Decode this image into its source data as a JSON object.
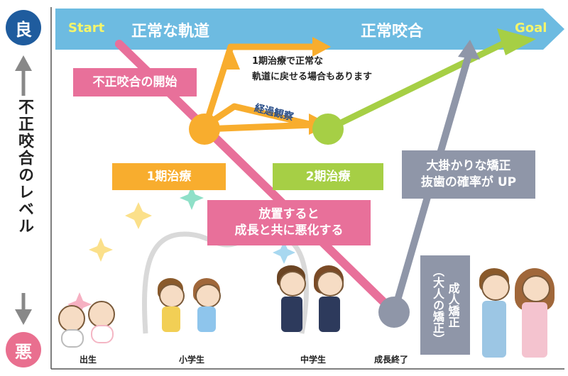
{
  "scale": {
    "top_label": "良",
    "bottom_label": "悪",
    "axis_label": "不正咬合のレベル",
    "top_color": "#1f5c9e",
    "bottom_color": "#e96f8f"
  },
  "banner": {
    "start": "Start",
    "normal_path": "正常な軌道",
    "normal_bite": "正常咬合",
    "goal": "Goal",
    "color": "#6dbbe1"
  },
  "labels": {
    "malocclusion_start": "不正咬合の開始",
    "phase1": "1期治療",
    "phase2": "2期治療",
    "observation": "経過観察",
    "neglect_line1": "放置すると",
    "neglect_line2": "成長と共に悪化する",
    "major_line1": "大掛かりな矯正",
    "major_line2": "抜歯の確率が UP",
    "adult": "成人矯正\n（大人の矯正）",
    "note_line1": "1期治療で正常な",
    "note_line2": "軌道に戻せる場合もあります"
  },
  "ages": {
    "birth": "出生",
    "elementary": "小学生",
    "junior_high": "中学生",
    "growth_end": "成長終了"
  },
  "colors": {
    "pink": "#e8709a",
    "orange": "#f8ad2e",
    "green": "#a6cf45",
    "gray": "#8f96a8",
    "blue_text": "#2a4f8a"
  }
}
